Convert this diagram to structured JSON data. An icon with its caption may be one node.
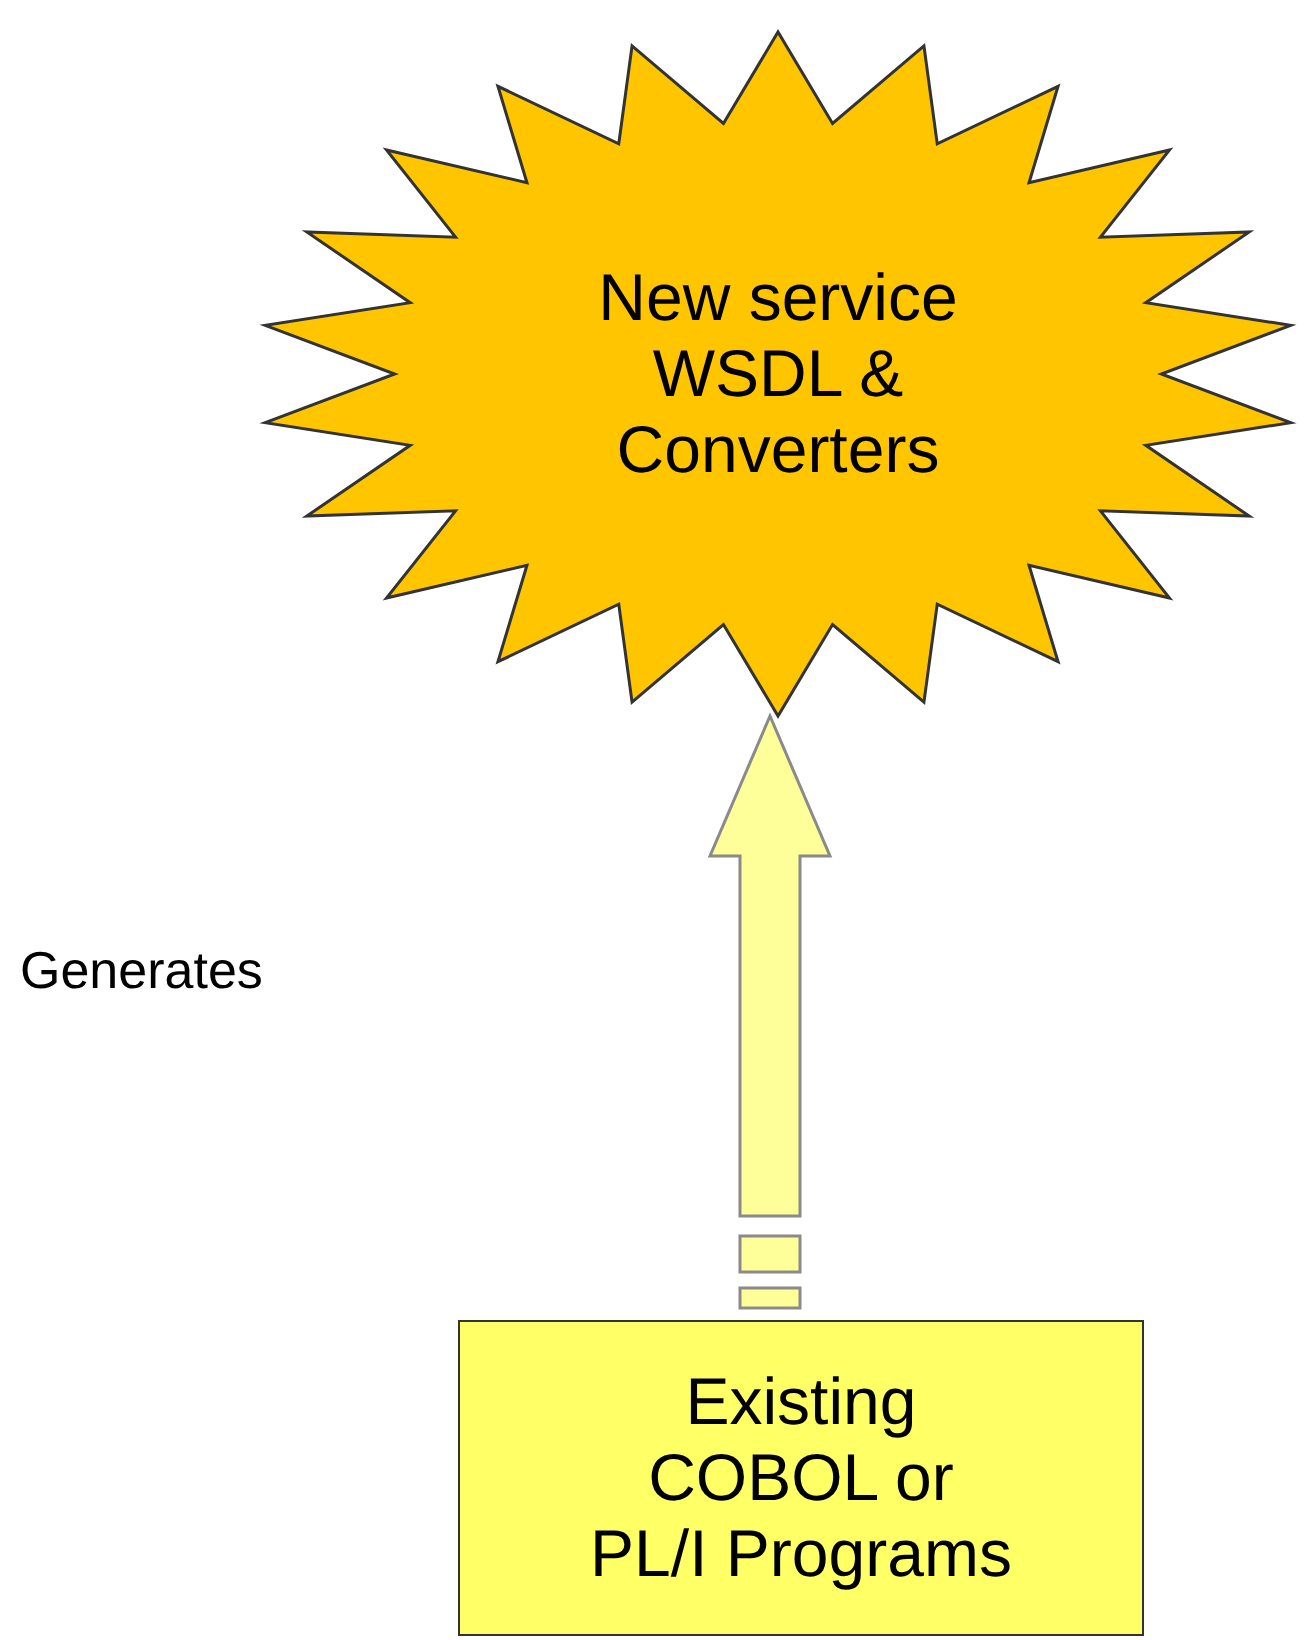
{
  "diagram": {
    "nodes": [
      {
        "text": [
          "New service WSDL & Converters"
        ]
      },
      {
        "text": [
          "Existing COBOL or PL/I Programs"
        ]
      }
    ],
    "edges": [
      {
        "from": 1,
        "to": 0,
        "arrow": "to"
      }
    ],
    "labels": [
      "Generates"
    ]
  }
}
